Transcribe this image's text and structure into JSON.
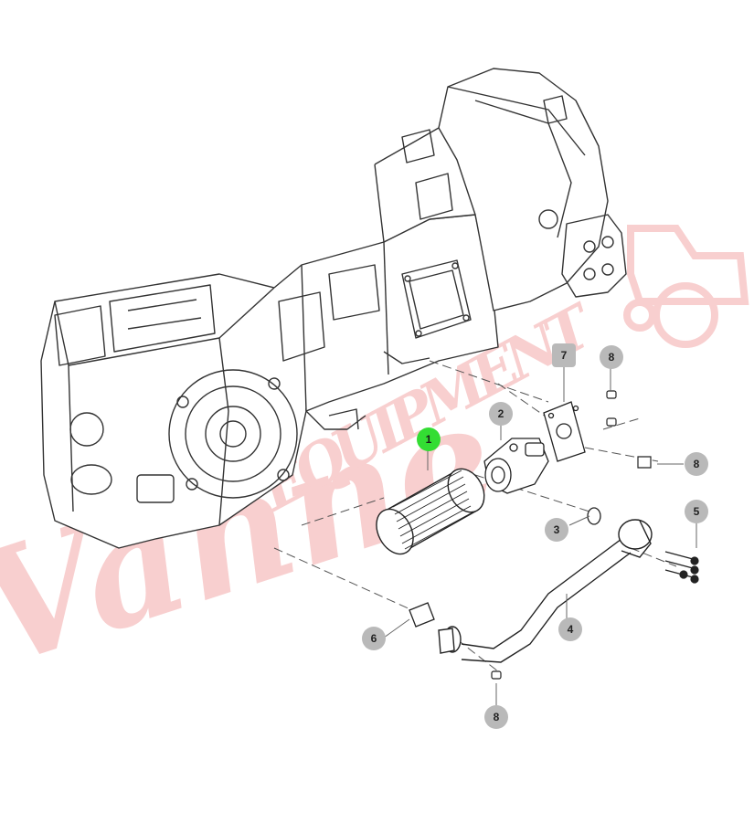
{
  "diagram": {
    "callouts": [
      {
        "id": "c1",
        "label": "1",
        "shape": "circle",
        "highlight": true
      },
      {
        "id": "c2",
        "label": "2",
        "shape": "circle",
        "highlight": false
      },
      {
        "id": "c3",
        "label": "3",
        "shape": "circle",
        "highlight": false
      },
      {
        "id": "c4",
        "label": "4",
        "shape": "circle",
        "highlight": false
      },
      {
        "id": "c5",
        "label": "5",
        "shape": "circle",
        "highlight": false
      },
      {
        "id": "c6",
        "label": "6",
        "shape": "circle",
        "highlight": false
      },
      {
        "id": "c7",
        "label": "7",
        "shape": "square",
        "highlight": false
      },
      {
        "id": "c8a",
        "label": "8",
        "shape": "circle",
        "highlight": false
      },
      {
        "id": "c8b",
        "label": "8",
        "shape": "circle",
        "highlight": false
      },
      {
        "id": "c8c",
        "label": "8",
        "shape": "circle",
        "highlight": false
      }
    ],
    "highlight_color": "#33dd33",
    "callout_color": "#b9b9b9"
  },
  "watermark": {
    "script_text": "Vanne",
    "block_text": "EQUIPMENT",
    "color": "#f2a8a8",
    "icon": "tractor-icon"
  }
}
